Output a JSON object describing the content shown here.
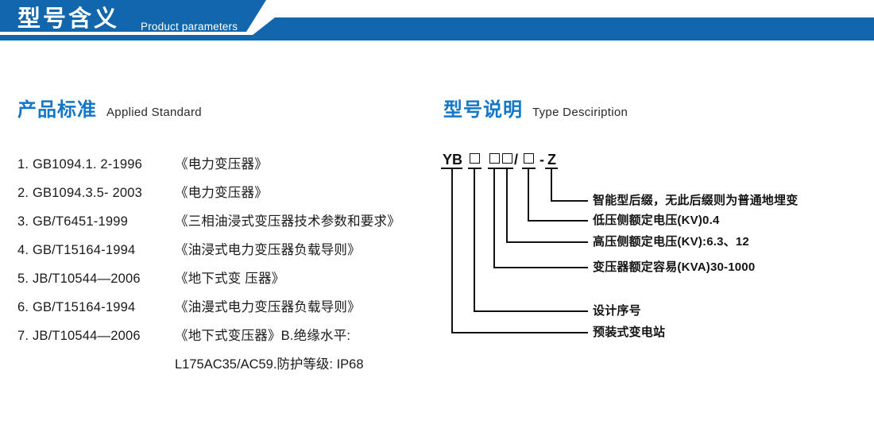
{
  "banner": {
    "title": "型号含义",
    "subtitle": "Product parameters",
    "bar_color": "#1267ac",
    "shape_color": "#1267ac"
  },
  "sections": {
    "standard": {
      "heading_cn": "产品标准",
      "heading_en": "Applied Standard",
      "items": [
        {
          "code": "1. GB1094.1. 2-1996",
          "name": "《电力变压器》"
        },
        {
          "code": "2. GB1094.3.5- 2003",
          "name": "《电力变压器》"
        },
        {
          "code": "3. GB/T6451-1999",
          "name": "《三相油浸式变压器技术参数和要求》"
        },
        {
          "code": "4. GB/T15164-1994",
          "name": "《油浸式电力变压器负载导则》"
        },
        {
          "code": "5. JB/T10544—2006",
          "name": "《地下式变 压器》"
        },
        {
          "code": "6. GB/T15164-1994",
          "name": "《油漫式电力变压器负载导则》"
        },
        {
          "code": "7. JB/T10544—2006",
          "name": "《地下式变压器》B.绝缘水平:"
        }
      ],
      "continuation": "L175AC35/AC59.防护等级: IP68"
    },
    "type": {
      "heading_cn": "型号说明",
      "heading_en": "Type Desciription",
      "code_tokens": [
        {
          "kind": "text",
          "text": "YB"
        },
        {
          "kind": "box"
        },
        {
          "kind": "box"
        },
        {
          "kind": "box"
        },
        {
          "kind": "text",
          "text": "/"
        },
        {
          "kind": "box"
        },
        {
          "kind": "text",
          "text": "-"
        },
        {
          "kind": "text",
          "text": "Z"
        }
      ],
      "code_string": "YB □ □□/□ - Z",
      "labels": [
        {
          "id": "suffix",
          "text": "智能型后缀，无此后缀则为普通地埋变"
        },
        {
          "id": "lv",
          "text": "低压侧额定电压(KV)0.4"
        },
        {
          "id": "hv",
          "text": "高压侧额定电压(KV):6.3、12"
        },
        {
          "id": "capacity",
          "text": "变压器额定容易(KVA)30-1000"
        },
        {
          "id": "design",
          "text": "设计序号"
        },
        {
          "id": "station",
          "text": "预装式变电站"
        }
      ]
    }
  },
  "colors": {
    "brand_blue": "#1267ac",
    "heading_blue": "#1277c8",
    "text_black": "#1a1a1a"
  }
}
